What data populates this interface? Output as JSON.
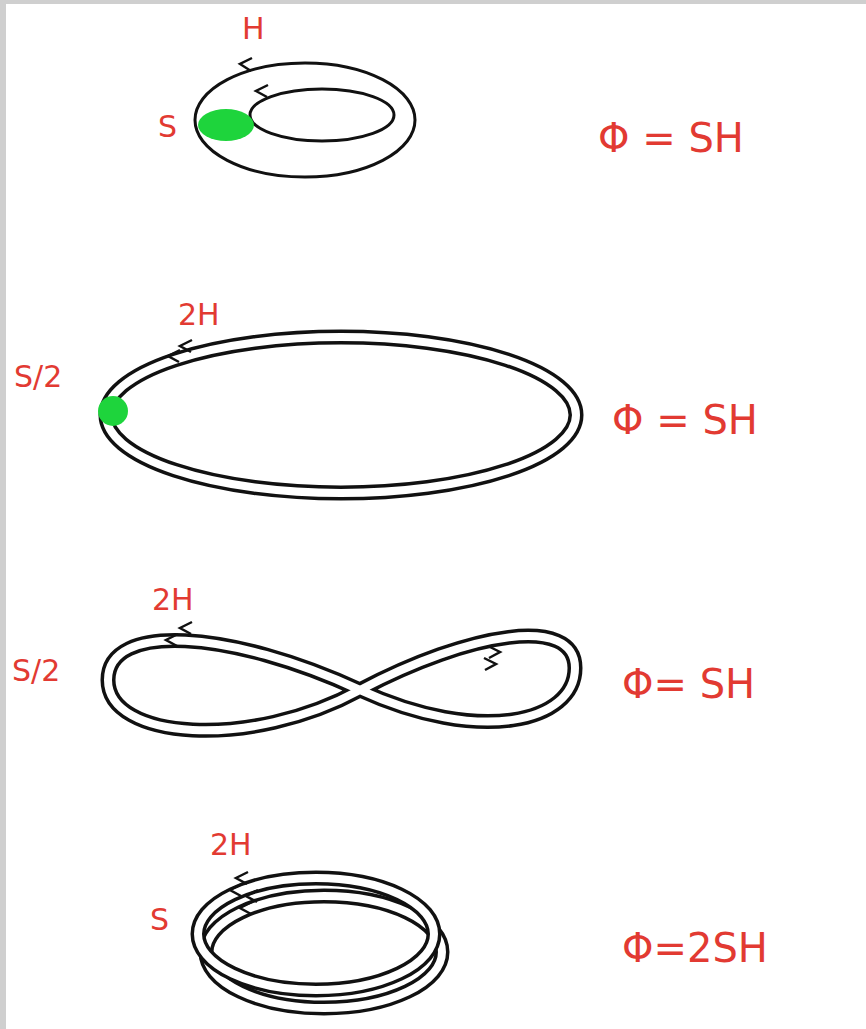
{
  "diagram": {
    "labels": [
      "H",
      "S",
      "Φ = SH",
      "2H",
      "S/2",
      "Φ = SH",
      "2H",
      "S/2",
      "Φ= SH",
      "2H",
      "S",
      "Φ=2SH"
    ]
  }
}
